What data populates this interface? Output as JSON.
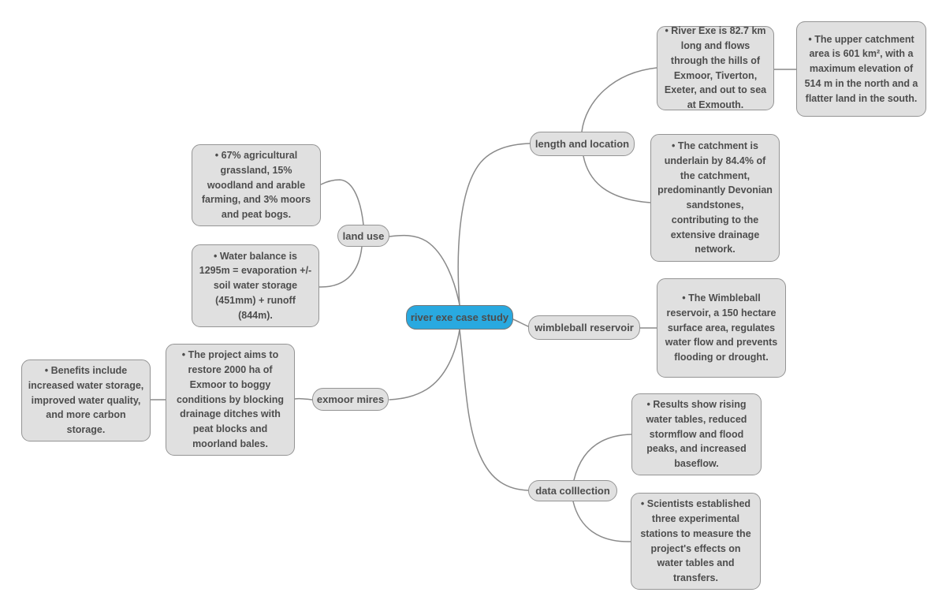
{
  "root": {
    "label": "river exe case study"
  },
  "branches": [
    {
      "id": "length-and-location",
      "label": "length and location",
      "notes": [
        "• River Exe is 82.7 km long and flows through the hills of Exmoor, Tiverton, Exeter, and out to sea at Exmouth.",
        "• The upper catchment area is 601 km², with a maximum elevation of 514 m in the north and a flatter land in the south.",
        "• The catchment is underlain by 84.4% of the catchment, predominantly Devonian sandstones, contributing to the extensive drainage network."
      ]
    },
    {
      "id": "wimbleball-reservoir",
      "label": "wimbleball reservoir",
      "notes": [
        "• The Wimbleball reservoir, a 150 hectare surface area, regulates water flow and prevents flooding or drought."
      ]
    },
    {
      "id": "data-colllection",
      "label": "data colllection",
      "notes": [
        "• Results show rising water tables, reduced stormflow and flood peaks, and increased baseflow.",
        "• Scientists established three experimental stations to measure the project's effects on water tables and transfers."
      ]
    },
    {
      "id": "land-use",
      "label": "land use",
      "notes": [
        "• 67% agricultural grassland, 15% woodland and arable farming, and 3% moors and peat bogs.",
        "• Water balance is 1295m = evaporation +/- soil water storage (451mm) + runoff (844m)."
      ]
    },
    {
      "id": "exmoor-mires",
      "label": "exmoor mires",
      "notes": [
        "• The project aims to restore 2000 ha of Exmoor to boggy conditions by blocking drainage ditches with peat blocks and moorland bales.",
        "• Benefits include increased water storage, improved water quality, and more carbon storage."
      ]
    }
  ],
  "colors": {
    "root_fill": "#29a9e0",
    "node_fill": "#e0e0e0",
    "node_border": "#949494",
    "text": "#4d4d4d",
    "connector": "#8a8a8a",
    "background": "#ffffff"
  }
}
